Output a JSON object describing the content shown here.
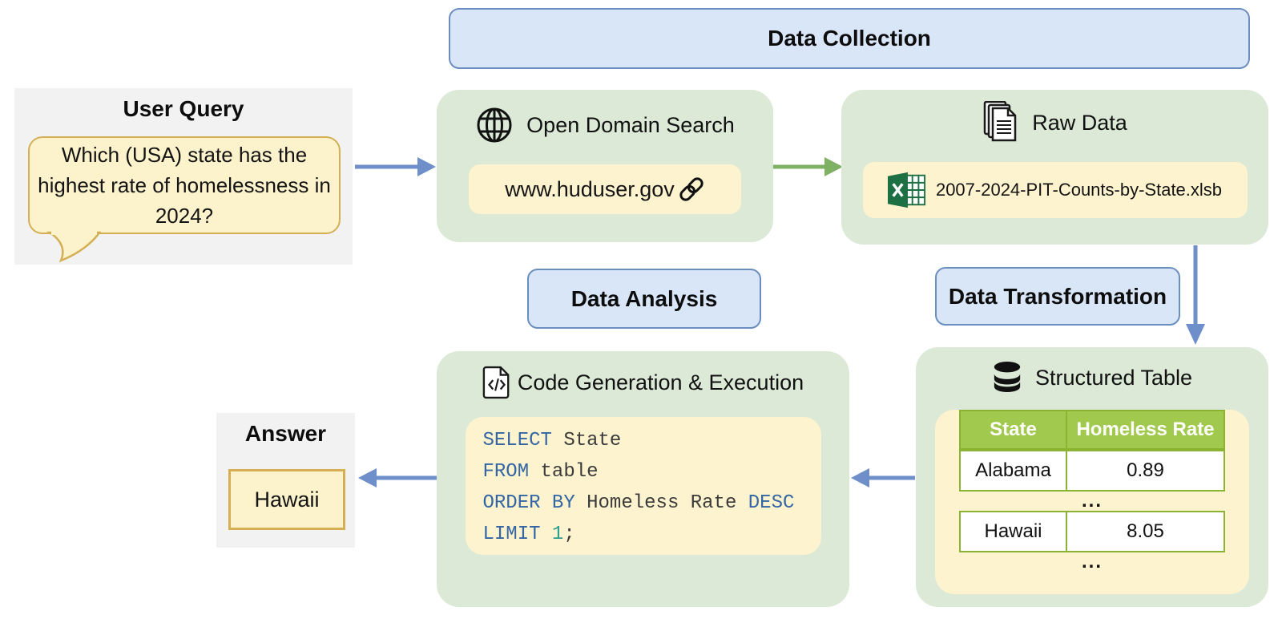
{
  "colors": {
    "blue_fill": "#d9e6f8",
    "blue_border": "#6c8ebf",
    "green_fill": "#dbe9d6",
    "yellow_fill": "#fdf3cf",
    "gold_border": "#d4af54",
    "gray_fill": "#f2f2f2",
    "arrow_blue": "#6e8fc9",
    "arrow_green": "#7fb164",
    "table_header_green": "#a1c94e",
    "table_border_green": "#89b331",
    "excel_green": "#1d7044",
    "sql_keyword_blue": "#3465a4",
    "sql_number_teal": "#2f9e8f"
  },
  "stages": {
    "data_collection": "Data Collection",
    "data_analysis": "Data Analysis",
    "data_transformation": "Data Transformation"
  },
  "user_query": {
    "title": "User Query",
    "question": "Which (USA) state has the highest rate of homelessness in 2024?"
  },
  "open_domain_search": {
    "title": "Open Domain Search",
    "url": "www.huduser.gov"
  },
  "raw_data": {
    "title": "Raw Data",
    "filename": "2007-2024-PIT-Counts-by-State.xlsb"
  },
  "structured_table": {
    "title": "Structured Table",
    "columns": [
      "State",
      "Homeless Rate"
    ],
    "rows": [
      {
        "state": "Alabama",
        "rate": "0.89"
      },
      {
        "state": "Hawaii",
        "rate": "8.05"
      }
    ],
    "ellipsis": "..."
  },
  "code_generation": {
    "title": "Code Generation & Execution",
    "sql": {
      "l1_kw": "SELECT",
      "l1_rest": " State",
      "l2_kw": "FROM",
      "l2_rest": " table",
      "l3_kw1": "ORDER BY",
      "l3_mid": " Homeless Rate ",
      "l3_kw2": "DESC",
      "l4_kw": "LIMIT",
      "l4_sp": " ",
      "l4_num": "1",
      "l4_end": ";"
    }
  },
  "answer": {
    "title": "Answer",
    "value": "Hawaii"
  }
}
